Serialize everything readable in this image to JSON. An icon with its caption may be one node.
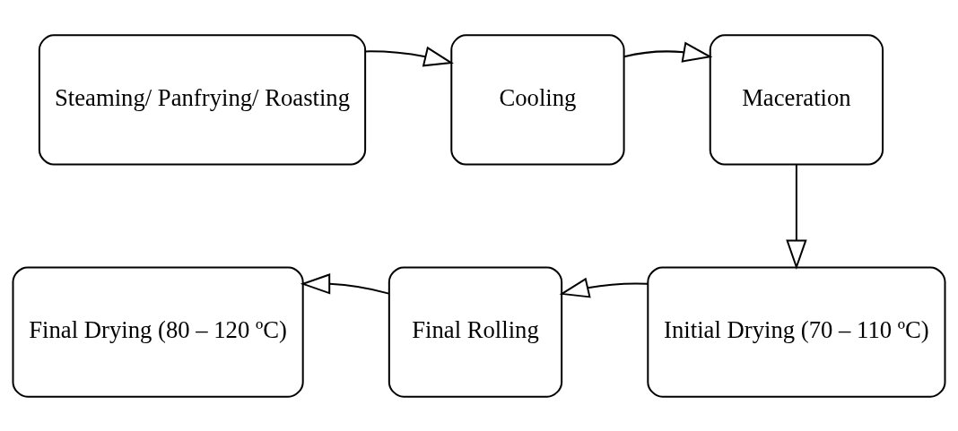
{
  "diagram": {
    "nodes": [
      {
        "text": [
          "Steaming/ Panfrying/ Roasting"
        ]
      },
      {
        "text": [
          "Cooling"
        ]
      },
      {
        "text": [
          "Maceration"
        ]
      },
      {
        "text": [
          "Initial Drying (70 – 110 ºC)"
        ]
      },
      {
        "text": [
          "Final Rolling"
        ]
      },
      {
        "text": [
          "Final Drying (80 – 120 ºC)"
        ]
      }
    ],
    "edges": [
      {
        "from": 0,
        "to": 1,
        "arrow": "to"
      },
      {
        "from": 1,
        "to": 2,
        "arrow": "to"
      },
      {
        "from": 2,
        "to": 3,
        "arrow": "to"
      },
      {
        "from": 3,
        "to": 4,
        "arrow": "to"
      },
      {
        "from": 4,
        "to": 5,
        "arrow": "to"
      }
    ]
  }
}
